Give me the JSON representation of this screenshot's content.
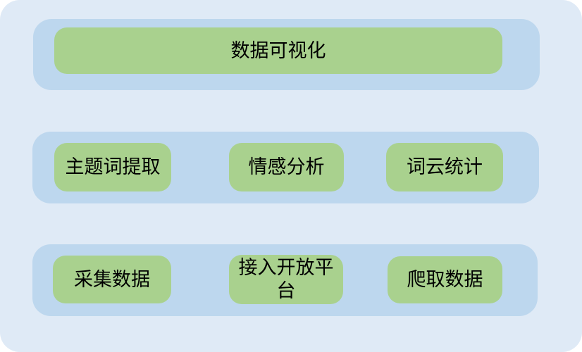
{
  "colors": {
    "page_bg": "#ffffff",
    "canvas_bg": "#dfeaf6",
    "band_bg": "#bdd7ee",
    "node_bg": "#a9d18e",
    "text": "#000000"
  },
  "layers": [
    {
      "nodes": [
        {
          "label": "数据可视化"
        }
      ]
    },
    {
      "nodes": [
        {
          "label": "主题词提取"
        },
        {
          "label": "情感分析"
        },
        {
          "label": "词云统计"
        }
      ]
    },
    {
      "nodes": [
        {
          "label": "采集数据"
        },
        {
          "label": "接入开放平台"
        },
        {
          "label": "爬取数据"
        }
      ]
    }
  ]
}
